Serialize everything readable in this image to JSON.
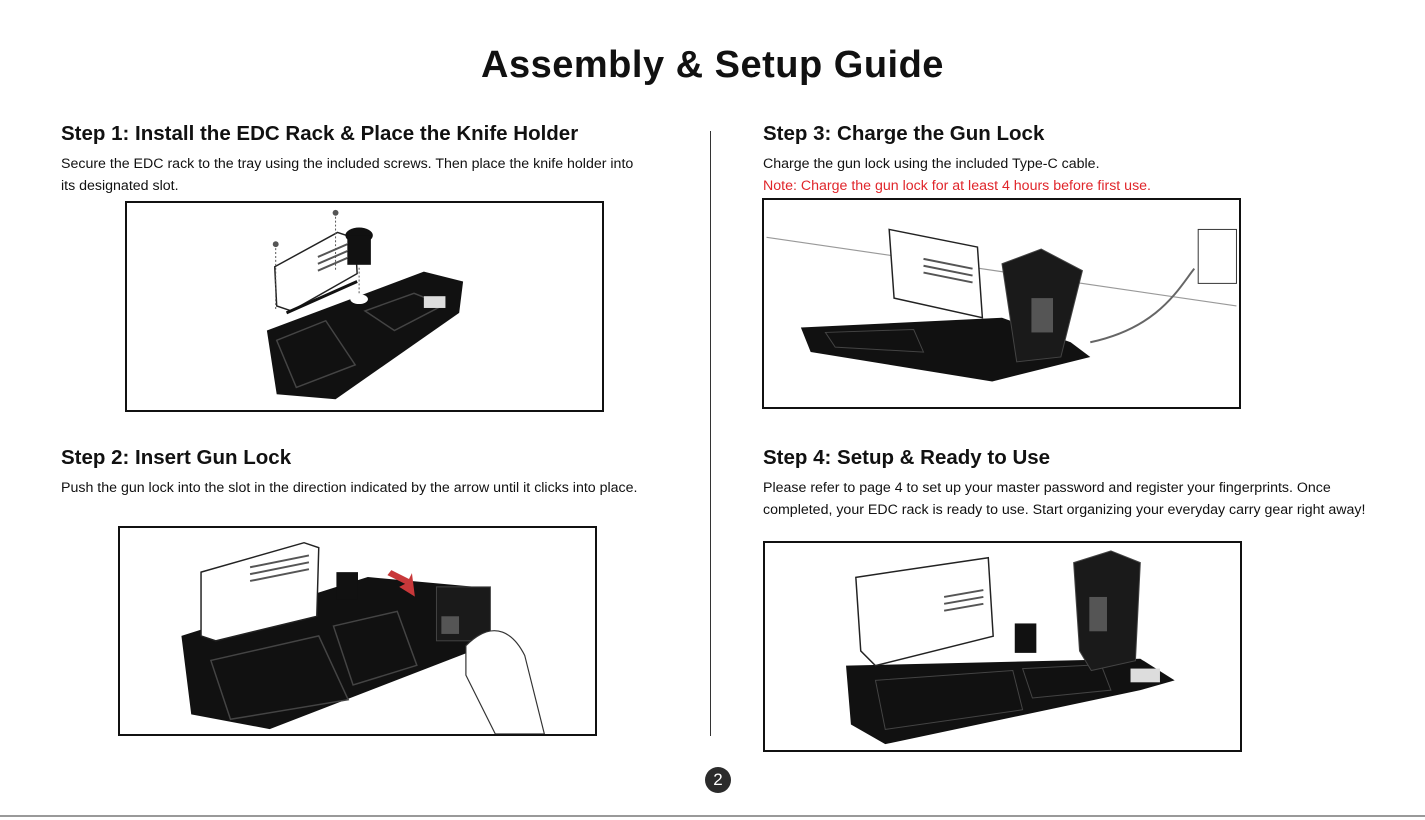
{
  "title": "Assembly & Setup Guide",
  "steps": [
    {
      "heading": "Step 1: Install the EDC Rack & Place the Knife Holder",
      "text": "Secure the EDC rack to the tray using the included screws. Then place the knife holder into its designated slot."
    },
    {
      "heading": "Step 2: Insert Gun Lock",
      "text": "Push the gun lock into the slot in the direction indicated by the arrow until it clicks into place."
    },
    {
      "heading": "Step 3: Charge the Gun Lock",
      "text": "Charge the gun lock using the included Type-C cable.",
      "note": "Note: Charge the gun lock for at least 4 hours before first use."
    },
    {
      "heading": "Step 4: Setup & Ready to Use",
      "text": "Please refer to page 4 to set up your master password and register your fingerprints. Once completed, your EDC rack is ready to use. Start organizing your everyday carry gear right away!"
    }
  ],
  "page_number": "2",
  "colors": {
    "note": "#e0262b",
    "arrow": "#c8383a",
    "tray": "#111111"
  }
}
